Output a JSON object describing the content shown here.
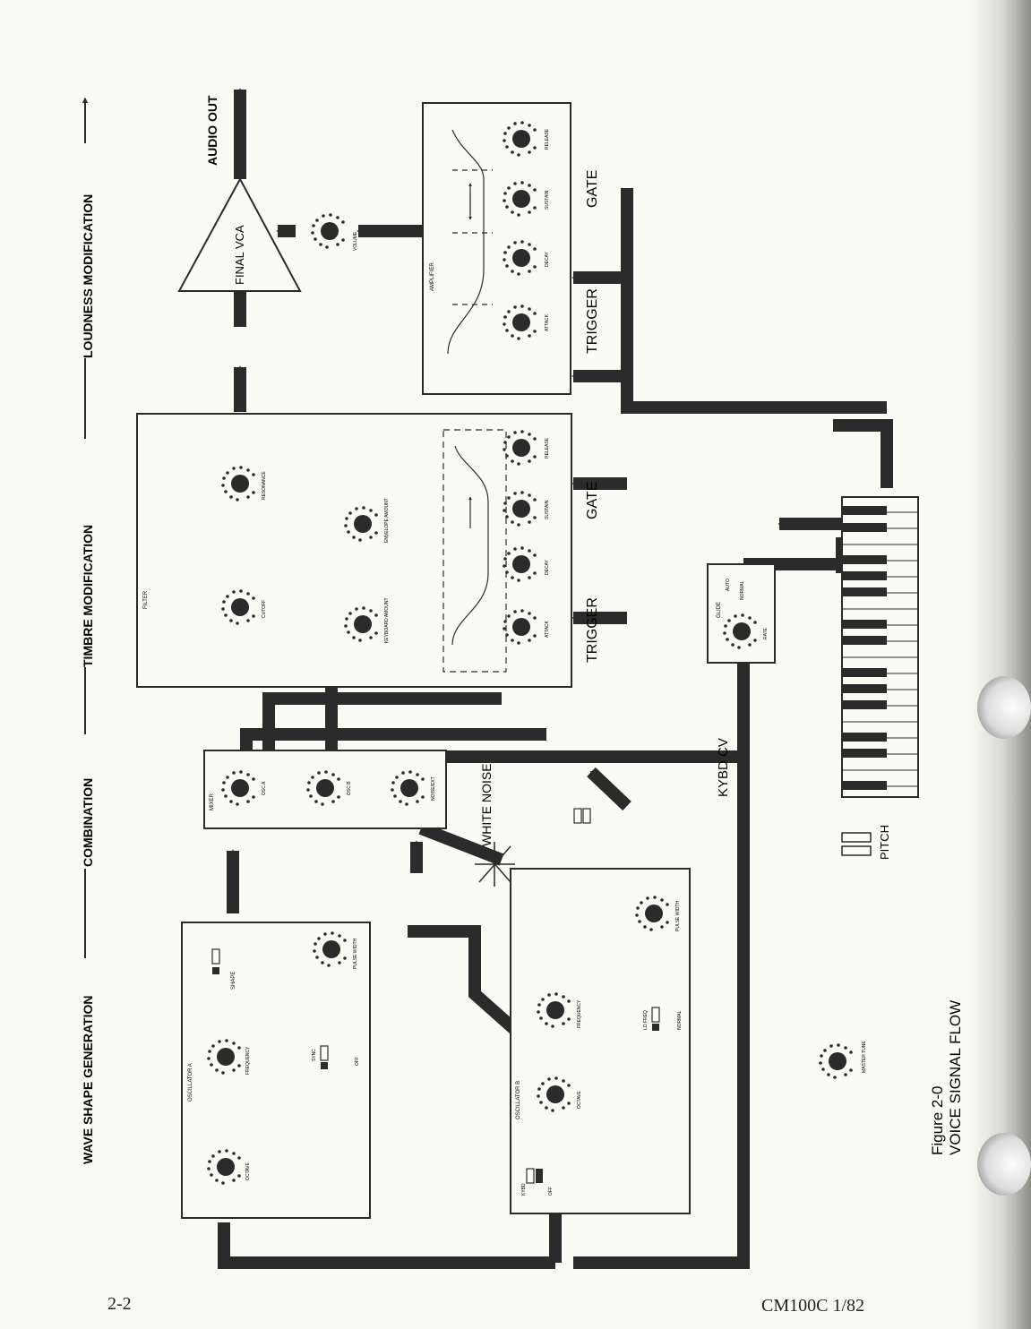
{
  "stages": {
    "wave_shape": "WAVE SHAPE GENERATION",
    "combination": "COMBINATION",
    "timbre": "TIMBRE MODIFICATION",
    "loudness": "LOUDNESS MODIFICATION"
  },
  "final_vca": "FINAL VCA",
  "audio_out": "AUDIO OUT",
  "osc_a": {
    "title": "OSCILLATOR A",
    "octave": "OCTAVE",
    "frequency": "FREQUENCY",
    "shape": "SHAPE",
    "pulse_width": "PULSE WIDTH",
    "sync": "SYNC",
    "off": "OFF"
  },
  "osc_b": {
    "title": "OSCILLATOR B",
    "octave": "OCTAVE",
    "frequency": "FREQUENCY",
    "pulse_width": "PULSE WIDTH",
    "lo_freq": "LO FREQ",
    "normal": "NORMAL",
    "kybd": "KYBD",
    "off": "OFF"
  },
  "mixer": {
    "title": "MIXER",
    "osc_a": "OSC A",
    "osc_b": "OSC B",
    "noise": "NOISE/EXT"
  },
  "white_noise": "WHITE NOISE",
  "filter": {
    "title": "FILTER",
    "cutoff": "CUTOFF",
    "resonance": "RESONANCE",
    "keyboard_amount": "KEYBOARD AMOUNT",
    "envelope_amount": "ENVELOPE AMOUNT",
    "attack": "ATTACK",
    "decay": "DECAY",
    "sustain": "SUSTAIN",
    "release": "RELEASE",
    "trigger": "TRIGGER",
    "gate": "GATE"
  },
  "amplifier": {
    "title": "AMPLIFIER",
    "attack": "ATTACK",
    "decay": "DECAY",
    "sustain": "SUSTAIN",
    "release": "RELEASE",
    "volume": "VOLUME",
    "trigger": "TRIGGER",
    "gate": "GATE"
  },
  "glide": {
    "title": "GLIDE",
    "auto": "AUTO",
    "normal": "NORMAL",
    "rate": "RATE"
  },
  "kybd_cv": "KYBD CV",
  "pitch": "PITCH",
  "master_tune": "MASTER TUNE",
  "figure": {
    "number": "Figure 2-0",
    "title": "VOICE SIGNAL FLOW"
  },
  "footer": {
    "page": "2-2",
    "code": "CM100C  1/82"
  },
  "colors": {
    "ink": "#2b2b2b",
    "paper": "#fbfbf6"
  }
}
